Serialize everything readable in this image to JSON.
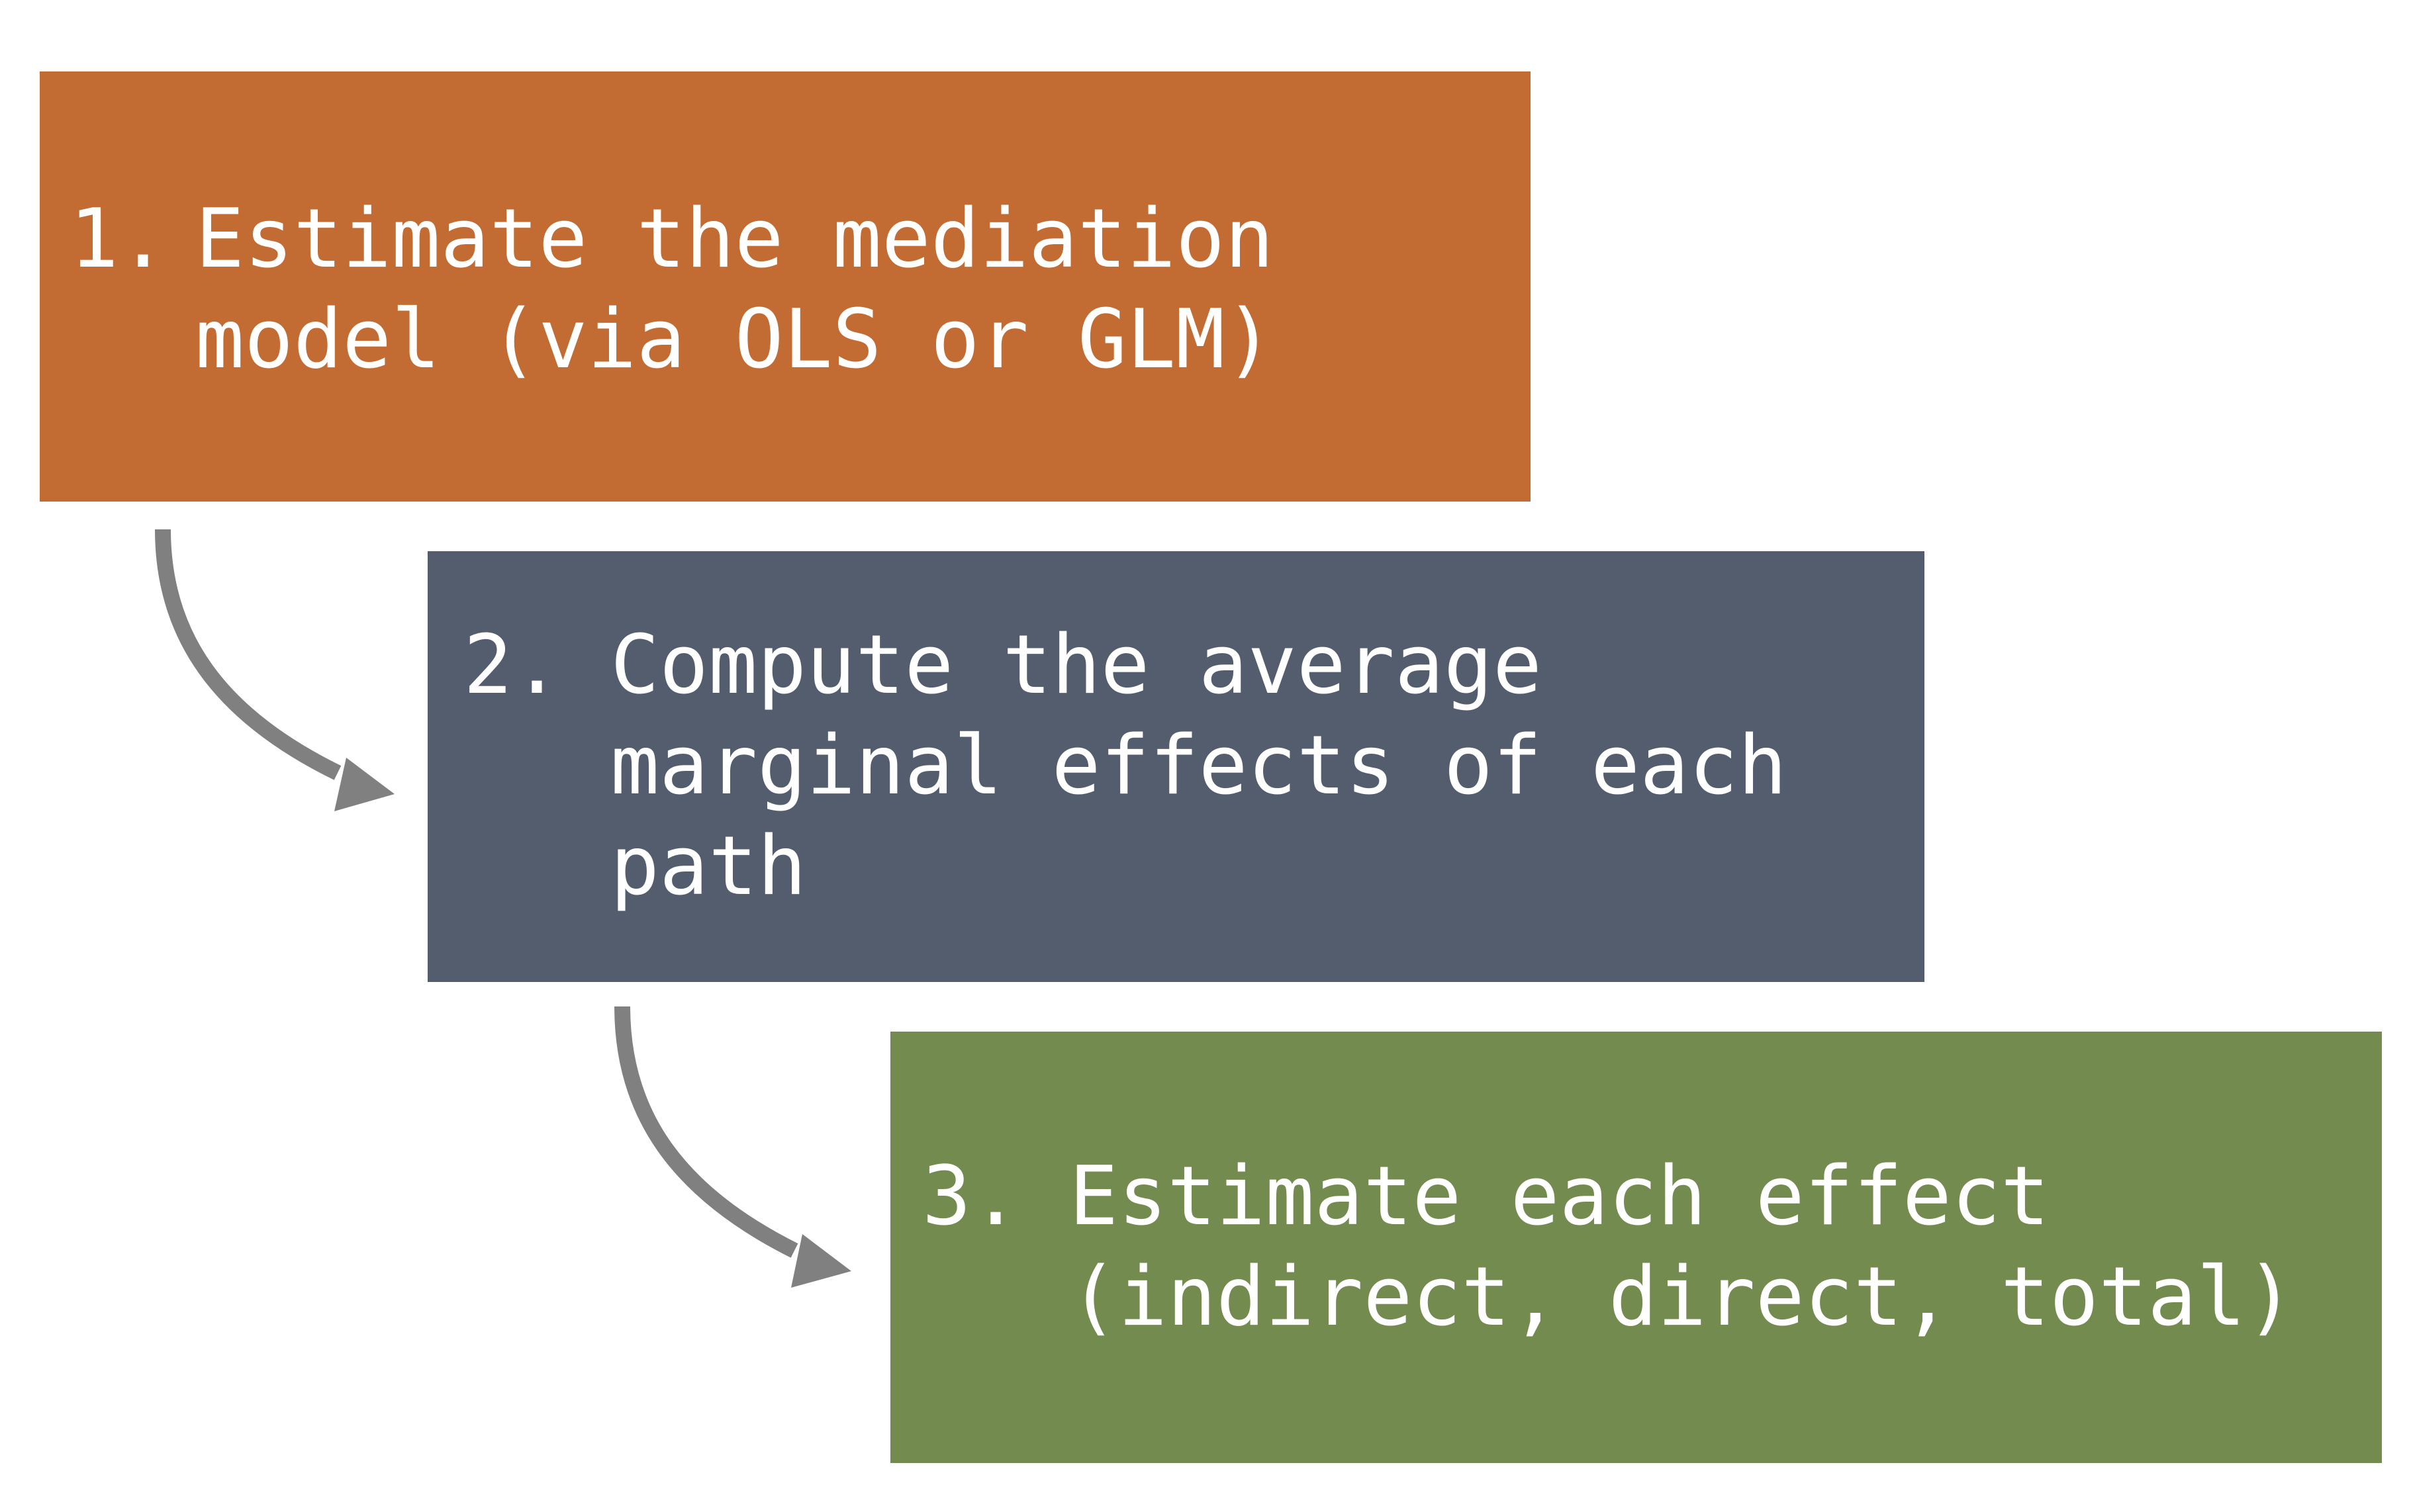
{
  "steps": [
    {
      "number": "1.",
      "lines": [
        "Estimate the mediation",
        "model (via OLS or GLM)"
      ],
      "color": "#C26C33"
    },
    {
      "number": "2.",
      "lines": [
        "Compute the average",
        "marginal effects of each",
        "path"
      ],
      "color": "#535D6E"
    },
    {
      "number": "3.",
      "lines": [
        "Estimate each effect",
        "(indirect, direct, total)"
      ],
      "color": "#748B50"
    }
  ],
  "arrow_color": "#808080"
}
